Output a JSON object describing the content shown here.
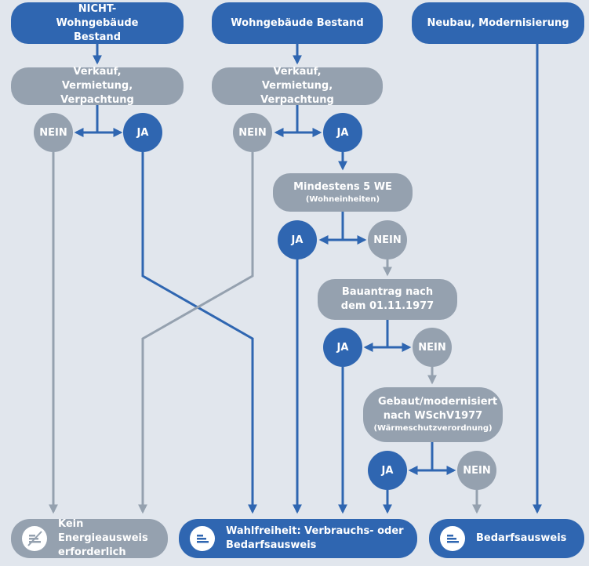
{
  "colors": {
    "blue": "#2f66b1",
    "grey": "#95a1af",
    "background": "#e1e6ed"
  },
  "top": {
    "nicht_wohn": "NICHT-Wohngebäude Bestand",
    "wohn": "Wohngebäude Bestand",
    "neubau": "Neubau, Modernisierung"
  },
  "question_sale_left": "Verkauf, Vermietung, Verpachtung",
  "question_sale_right": "Verkauf, Vermietung, Verpachtung",
  "question_units": {
    "title": "Mindestens 5 WE",
    "sub": "(Wohneinheiten)"
  },
  "question_permit": "Bauantrag nach dem 01.11.1977",
  "question_built": {
    "title": "Gebaut/modernisiert nach WSchV1977",
    "sub": "(Wärmeschutzverordnung)"
  },
  "answers": {
    "nein_1": "NEIN",
    "ja_1": "JA",
    "nein_2": "NEIN",
    "ja_2": "JA",
    "ja_3": "JA",
    "nein_3": "NEIN",
    "ja_4": "JA",
    "nein_4": "NEIN",
    "ja_5": "JA",
    "nein_5": "NEIN"
  },
  "results": {
    "none": "Kein Energieausweis erforderlich",
    "choice": "Wahlfreiheit: Verbrauchs- oder Bedarfsausweis",
    "demand": "Bedarfsausweis"
  },
  "icons": {
    "none": "certificate-crossed-icon",
    "choice": "certificate-icon",
    "demand": "certificate-icon"
  }
}
